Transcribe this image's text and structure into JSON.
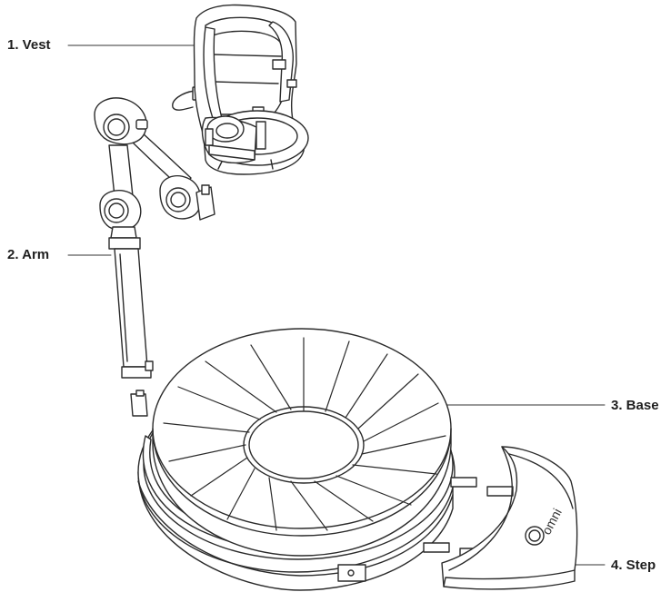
{
  "callouts": {
    "vest": "1. Vest",
    "arm": "2. Arm",
    "base": "3. Base",
    "step": "4. Step"
  },
  "step_logo_text": "omni",
  "colors": {
    "line": "#2b2b2b",
    "fill": "#ffffff",
    "label": "#1f1f1f"
  }
}
